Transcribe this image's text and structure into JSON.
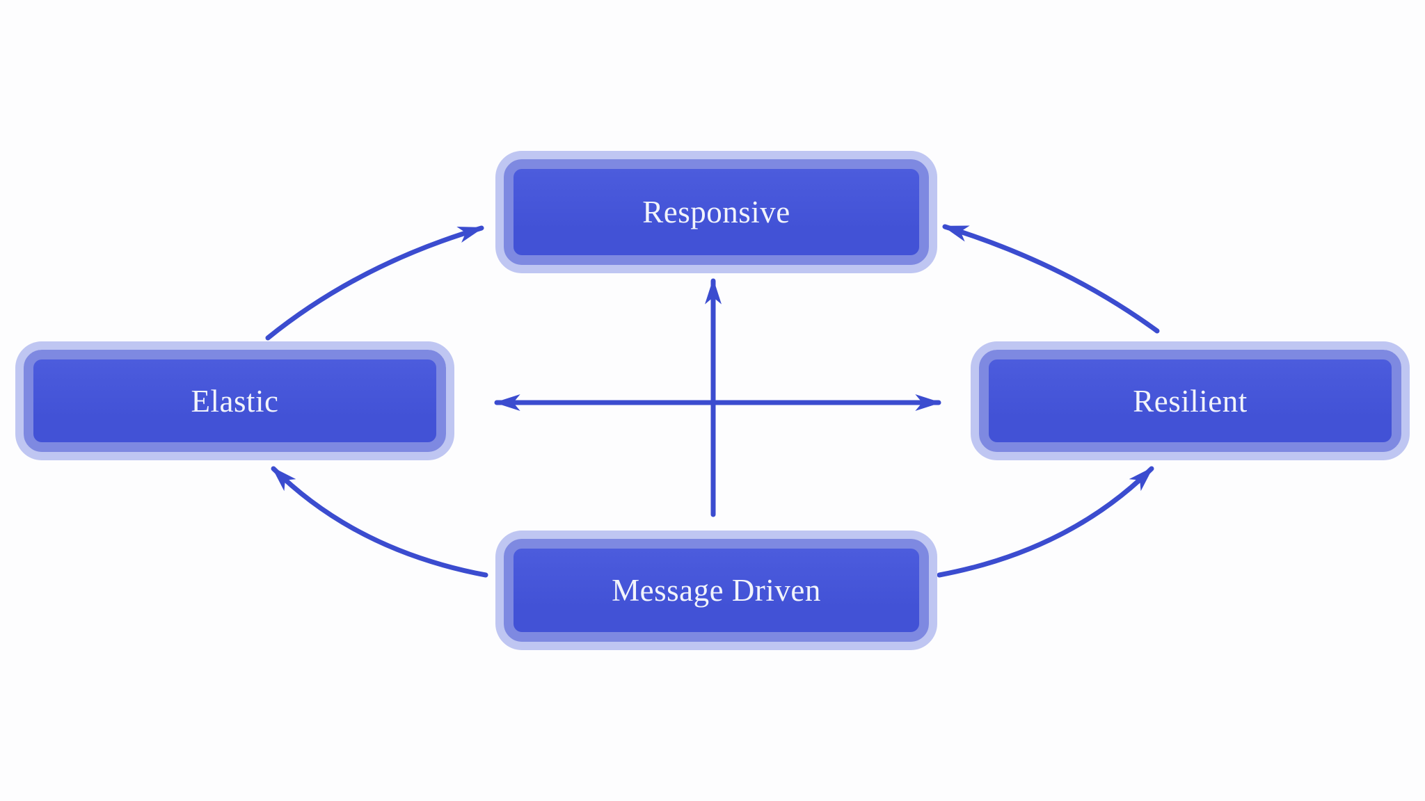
{
  "diagram": {
    "nodes": [
      {
        "id": "responsive",
        "label": "Responsive"
      },
      {
        "id": "elastic",
        "label": "Elastic"
      },
      {
        "id": "resilient",
        "label": "Resilient"
      },
      {
        "id": "message-driven",
        "label": "Message Driven"
      }
    ],
    "edges": [
      {
        "from": "elastic",
        "to": "responsive",
        "style": "curved",
        "arrowhead": "end"
      },
      {
        "from": "resilient",
        "to": "responsive",
        "style": "curved",
        "arrowhead": "end"
      },
      {
        "from": "message-driven",
        "to": "elastic",
        "style": "curved",
        "arrowhead": "end"
      },
      {
        "from": "message-driven",
        "to": "resilient",
        "style": "curved",
        "arrowhead": "end"
      },
      {
        "from": "message-driven",
        "to": "responsive",
        "style": "straight-vertical",
        "arrowhead": "end"
      },
      {
        "from": "elastic",
        "to": "resilient",
        "style": "straight-horizontal",
        "arrowhead": "both"
      }
    ],
    "colors": {
      "background": "#fdfdfe",
      "node_fill": "#4252d6",
      "node_fill_light": "#4c5cdd",
      "node_ring": "#7e89e1",
      "node_outer": "#bfc6f2",
      "label": "#f2f4fb",
      "arrow": "#3b4ccf"
    }
  }
}
